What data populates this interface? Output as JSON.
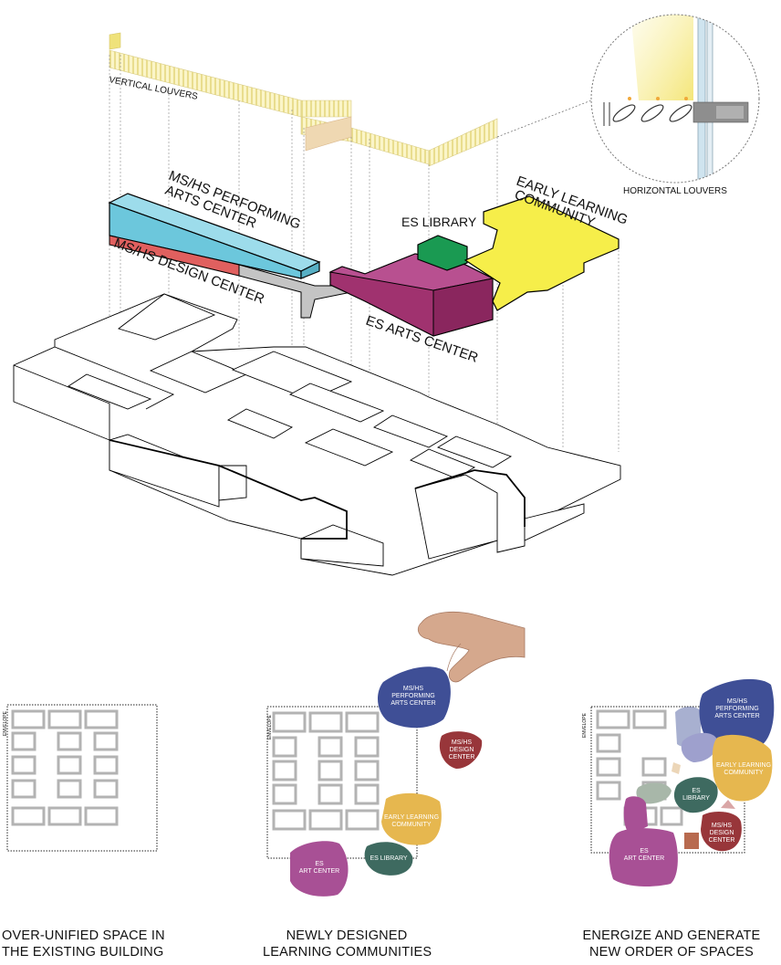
{
  "axon": {
    "labels": {
      "vertical_louvers": "VERTICAL LOUVERS",
      "horizontal_louvers": "HORIZONTAL LOUVERS",
      "performing_arts_1": "MS/HS PERFORMING",
      "performing_arts_2": "ARTS CENTER",
      "design_center": "MS/HS DESIGN CENTER",
      "es_library": "ES LIBRARY",
      "early_learning_1": "EARLY LEARNING",
      "early_learning_2": "COMMUNITY",
      "es_arts_center": "ES ARTS CENTER"
    },
    "colors": {
      "performing_arts": "#6cc7dc",
      "design_center": "#e0605f",
      "es_arts": "#a0326f",
      "es_library": "#1a9a52",
      "early_learning": "#f6ee4a",
      "louver": "#efe7a2",
      "connector": "#c4c4c4"
    }
  },
  "panels": {
    "envelope_label": "ENVELOPE",
    "panel2": {
      "performing_1": "MS/HS",
      "performing_2": "PERFORMING",
      "performing_3": "ARTS CENTER",
      "design_1": "MS/HS",
      "design_2": "DESIGN",
      "design_3": "CENTER",
      "early_1": "EARLY LEARNING",
      "early_2": "COMMUNITY",
      "esart_1": "ES",
      "esart_2": "ART CENTER",
      "eslib": "ES LIBRARY"
    },
    "panel3": {
      "performing_1": "MS/HS",
      "performing_2": "PERFORMING",
      "performing_3": "ARTS CENTER",
      "early_1": "EARLY LEARNING",
      "early_2": "COMMUNITY",
      "eslib_1": "ES",
      "eslib_2": "LIBRARY",
      "design_1": "MS/HS",
      "design_2": "DESIGN",
      "design_3": "CENTER",
      "esart_1": "ES",
      "esart_2": "ART CENTER"
    },
    "colors": {
      "blue": "#3f4f96",
      "red": "#98363a",
      "yellow": "#e6b74f",
      "purple": "#a85095",
      "teal": "#3e6a60",
      "lavender": "#9ea0cd",
      "sage": "#a8b7a9",
      "pink": "#d9a6a6",
      "rust": "#b86a4f",
      "peach": "#ecd6b8"
    }
  },
  "captions": {
    "c1_line1": "OVER-UNIFIED SPACE IN",
    "c1_line2": "THE EXISTING BUILDING",
    "c2_line1": "NEWLY DESIGNED",
    "c2_line2": "LEARNING COMMUNITIES",
    "c3_line1": "ENERGIZE AND GENERATE",
    "c3_line2": "NEW ORDER OF SPACES"
  }
}
